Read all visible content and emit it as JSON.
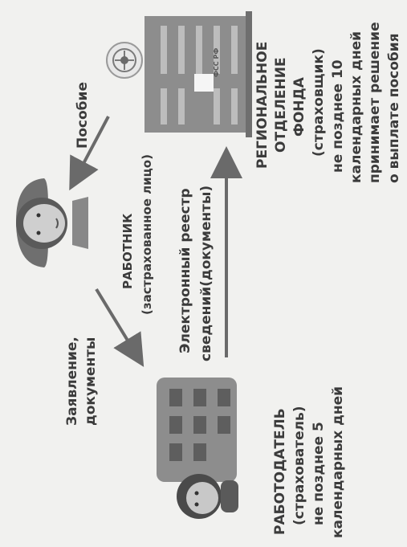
{
  "diagram": {
    "employer": {
      "title": "РАБОТОДАТЕЛЬ",
      "role": "(страхователь)",
      "deadline_1": "не позднее 5",
      "deadline_2": "календарных дней"
    },
    "employee": {
      "title": "РАБОТНИК",
      "role": "(застрахованное лицо)"
    },
    "fund": {
      "title_1": "РЕГИОНАЛЬНОЕ",
      "title_2": "ОТДЕЛЕНИЕ",
      "title_3": "ФОНДА",
      "role": "(страховщик)",
      "deadline_1": "не позднее 10",
      "deadline_2": "календарных дней",
      "deadline_3": "принимает решение",
      "deadline_4": "о выплате пособия",
      "building_sign": "ФСС РФ"
    },
    "flows": {
      "application_1": "Заявление,",
      "application_2": "документы",
      "registry_1": "Электронный реестр",
      "registry_2": "сведений(документы)",
      "benefit": "Пособие"
    }
  },
  "colors": {
    "background": "#f1f1ef",
    "text": "#3b3b3b",
    "building": "#8d8d8d",
    "arrow": "#6a6a6a"
  }
}
